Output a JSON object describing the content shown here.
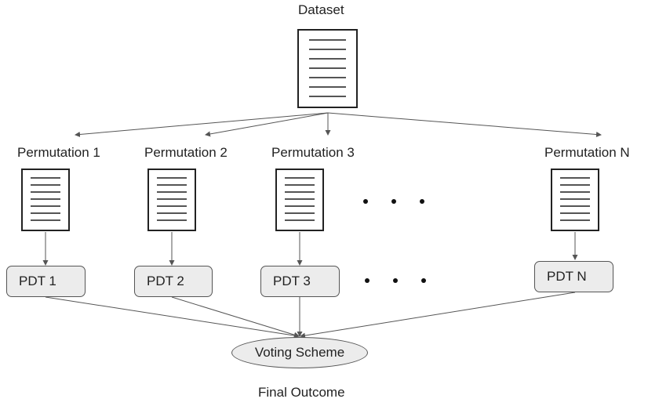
{
  "dataset": {
    "label": "Dataset"
  },
  "permutations": [
    {
      "label": "Permutation 1"
    },
    {
      "label": "Permutation 2"
    },
    {
      "label": "Permutation 3"
    },
    {
      "label": "Permutation N"
    }
  ],
  "pdts": [
    {
      "label": "PDT 1"
    },
    {
      "label": "PDT 2"
    },
    {
      "label": "PDT 3"
    },
    {
      "label": "PDT N"
    }
  ],
  "voting": {
    "label": "Voting Scheme"
  },
  "outcome": {
    "label": "Final Outcome"
  }
}
